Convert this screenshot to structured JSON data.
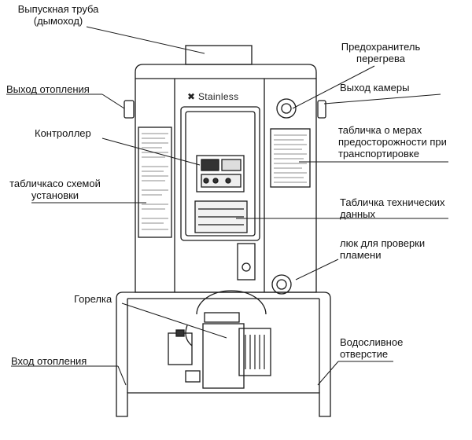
{
  "brand": {
    "name": "Stainless"
  },
  "labels": {
    "chimney_l1": "Выпускная труба",
    "chimney_l2": "(дымоход)",
    "heat_out": "Выход отопления",
    "controller": "Контроллер",
    "scheme_l1": "табличкасо схемой",
    "scheme_l2": "установки",
    "burner": "Горелка",
    "heat_in": "Вход отопления",
    "overheat_l1": "Предохранитель",
    "overheat_l2": "перегрева",
    "chamber_out": "Выход камеры",
    "transport_l1": "табличка о мерах",
    "transport_l2": "предосторожности при",
    "transport_l3": "транспортировке",
    "techdata_l1": "Табличка технических",
    "techdata_l2": "данных",
    "flame_l1": "люк для проверки",
    "flame_l2": "пламени",
    "drain_l1": "Водосливное",
    "drain_l2": "отверстие"
  },
  "colors": {
    "line": "#1a1a1a",
    "fill": "#ffffff",
    "panel": "#d9d9d9",
    "dark": "#333333"
  }
}
